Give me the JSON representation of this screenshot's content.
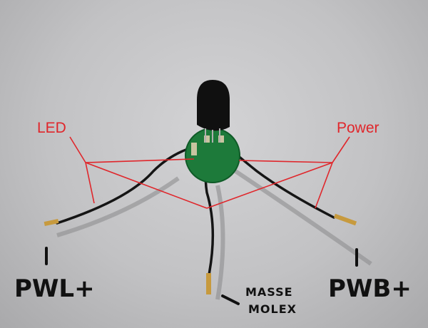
{
  "annotations": {
    "led_label": "LED",
    "power_label": "Power",
    "pwl_label": "PWL+",
    "pwb_label": "PWB+",
    "masse_label": "MASSE",
    "molex_label": "MOLEX",
    "annotation_color": "#e0262b"
  }
}
